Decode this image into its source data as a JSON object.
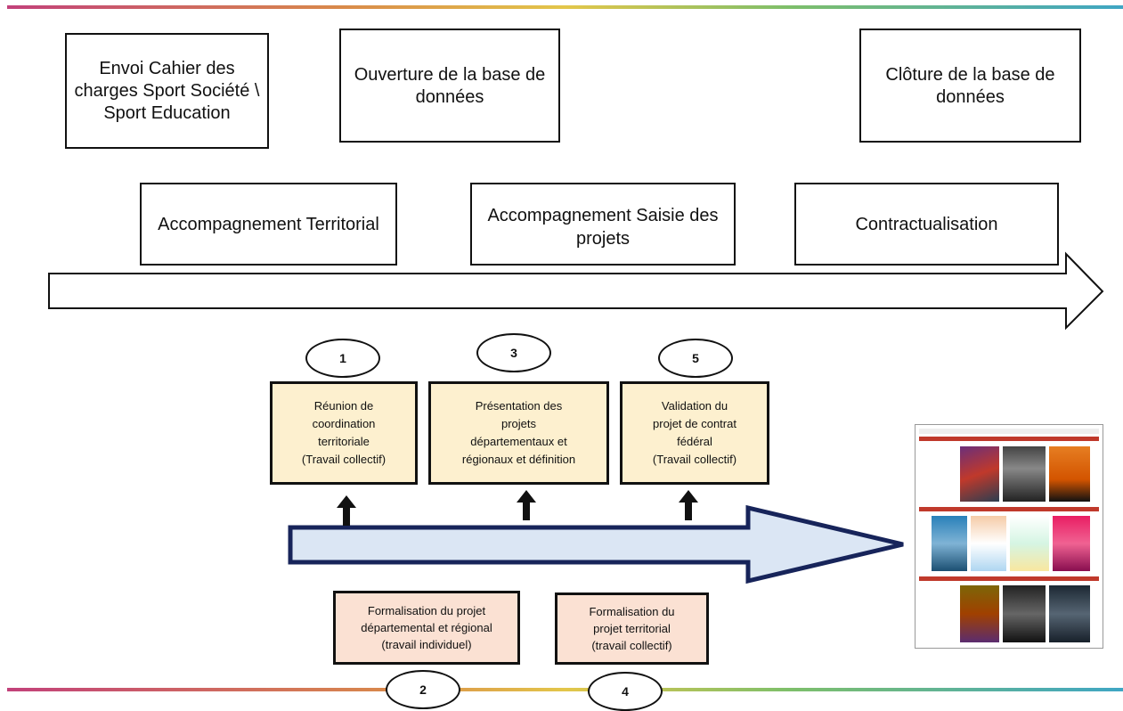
{
  "top_boxes": [
    {
      "text": "Envoi Cahier des charges Sport Société \\ Sport Education"
    },
    {
      "text": "Ouverture de la base de données"
    },
    {
      "text": "Clôture de la base de données"
    }
  ],
  "phases": [
    {
      "text": "Accompagnement Territorial"
    },
    {
      "text": "Accompagnement  Saisie des projets"
    },
    {
      "text": "Contractualisation"
    }
  ],
  "upper_steps": [
    {
      "number": "1",
      "text": "Réunion de\ncoordination\nterritoriale\n(Travail collectif)"
    },
    {
      "number": "3",
      "text": "Présentation des\nprojets\ndépartementaux et\nrégionaux et définition"
    },
    {
      "number": "5",
      "text": "Validation du\nprojet de contrat\nfédéral\n(Travail collectif)"
    }
  ],
  "lower_steps": [
    {
      "number": "2",
      "text": "Formalisation du projet\ndépartemental et régional\n(travail individuel)"
    },
    {
      "number": "4",
      "text": "Formalisation du\nprojet territorial\n(travail collectif)"
    }
  ],
  "colors": {
    "upper_step_fill": "#fdf0cf",
    "lower_step_fill": "#fbe1d3",
    "process_arrow_fill": "#dbe6f4",
    "process_arrow_stroke": "#17245a",
    "gradient": [
      "#c2417a",
      "#d98a4a",
      "#e3c64a",
      "#7ebf6a",
      "#3fa6c4"
    ]
  }
}
